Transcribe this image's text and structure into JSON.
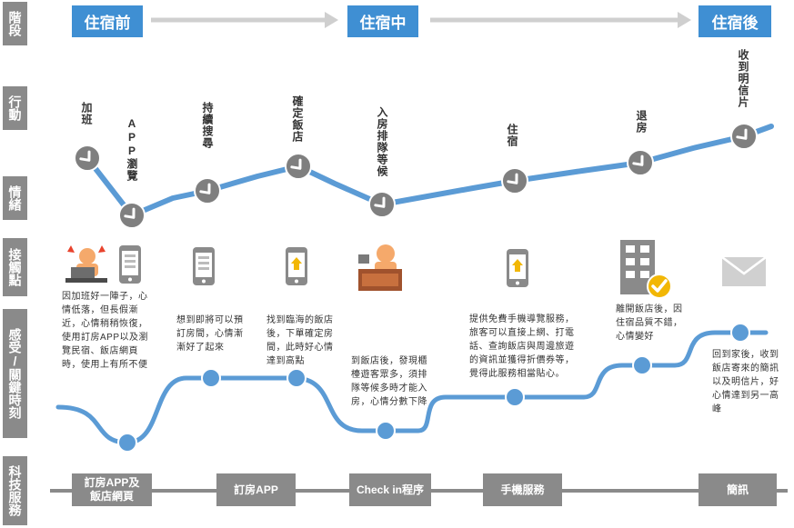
{
  "rows": {
    "stage": "階段",
    "action": "行動",
    "emotion": "情緒",
    "touchpoint": "接觸點",
    "feeling": "感受/關鍵時刻",
    "tech": "科技服務"
  },
  "stages": [
    "住宿前",
    "住宿中",
    "住宿後"
  ],
  "actions": [
    "加班",
    "APP瀏覽",
    "持續搜尋",
    "確定飯店",
    "入房排隊等候",
    "住宿",
    "退房",
    "收到明信片"
  ],
  "feelings": [
    [
      "因加班好一陣子，心",
      "情低落，但長假漸",
      "近，心情稍稍恢復，",
      "使用訂房APP以及瀏",
      "覽民宿、飯店網頁",
      "時，使用上有所不便"
    ],
    [
      "想到即將可以預",
      "訂房間，心情漸",
      "漸好了起來"
    ],
    [
      "找到臨海的飯店",
      "後，下單確定房",
      "間，此時好心情",
      "達到高點"
    ],
    [
      "到飯店後，發現櫃",
      "檯遊客眾多，須排",
      "隊等候多時才能入",
      "房，心情分數下降"
    ],
    [
      "提供免費手機導覽服務，",
      "旅客可以直接上網、打電",
      "話、查詢飯店與周邊旅遊",
      "的資訊並獲得折價券等，",
      "覺得此服務相當貼心。"
    ],
    [
      "離開飯店後，因",
      "住宿品質不錯，",
      "心情變好"
    ],
    [
      "回到家後，收到",
      "飯店寄來的簡訊",
      "以及明信片，好",
      "心情達到另一高",
      "峰"
    ]
  ],
  "tech": [
    "訂房APP及\n飯店網頁",
    "訂房APP",
    "Check in程序",
    "手機服務",
    "簡訊"
  ],
  "icons": [
    "stressed-worker-icon",
    "phone-icon",
    "phone-icon",
    "phone-upload-icon",
    "front-desk-icon",
    "phone-upload-icon",
    "hotel-building-check-icon",
    "envelope-icon"
  ],
  "colors": {
    "accent": "#3f8fd3",
    "curve": "#5b9bd5",
    "label_bg": "#8a8a8a",
    "node": "#7f7f7f"
  }
}
